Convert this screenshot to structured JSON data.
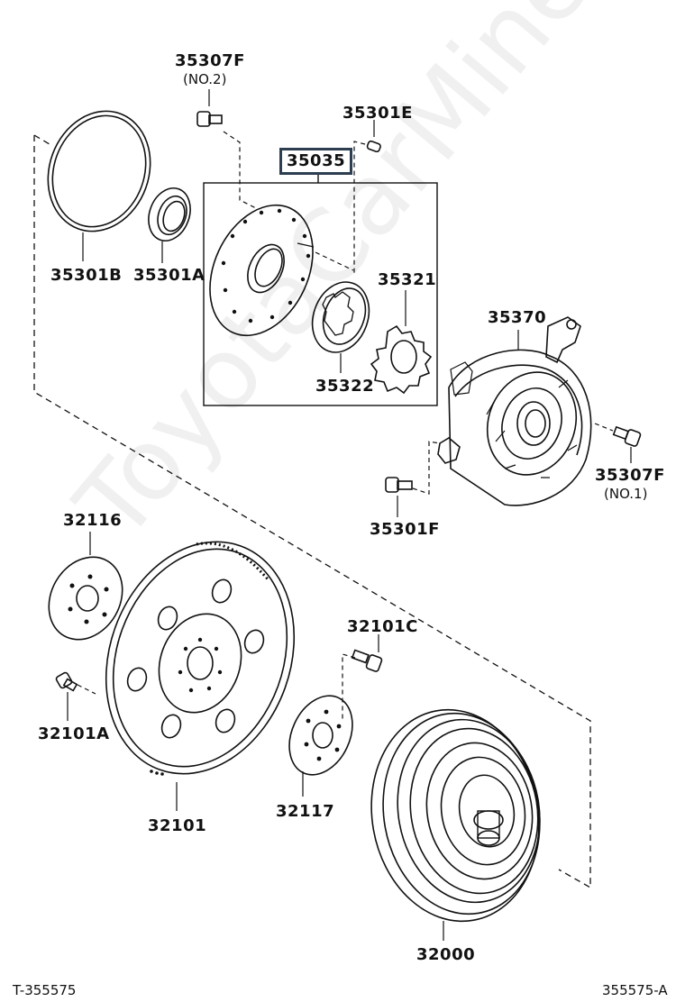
{
  "labels": {
    "p35307F_top": "35307F",
    "p35307F_top_note": "(NO.2)",
    "p35301E": "35301E",
    "p35035": "35035",
    "p35301B": "35301B",
    "p35301A": "35301A",
    "p35321": "35321",
    "p35322": "35322",
    "p35370": "35370",
    "p35307F_right": "35307F",
    "p35307F_right_note": "(NO.1)",
    "p35301F": "35301F",
    "p32116": "32116",
    "p32101C": "32101C",
    "p32101A": "32101A",
    "p32101": "32101",
    "p32117": "32117",
    "p32000": "32000"
  },
  "footer": {
    "left": "T-355575",
    "right": "355575-A"
  },
  "watermark": "ToyotaCarMine.ru"
}
